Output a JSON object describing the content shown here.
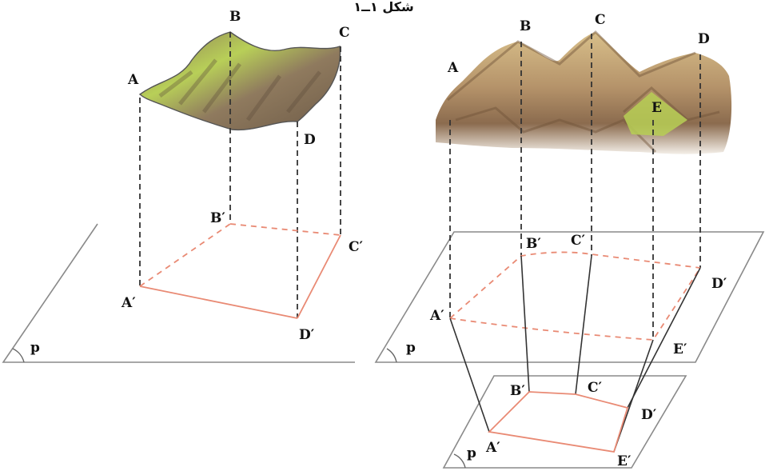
{
  "caption": "شکل ۱ــ۱",
  "left_figure": {
    "points_top": [
      "A",
      "B",
      "C",
      "D"
    ],
    "points_proj": [
      "A′",
      "B′",
      "C′",
      "D′"
    ],
    "plane_label": "p"
  },
  "right_figure": {
    "points_top": [
      "A",
      "B",
      "C",
      "D",
      "E"
    ],
    "points_mid": [
      "A′",
      "B′",
      "C′",
      "D′",
      "E′"
    ],
    "points_low": [
      "A′",
      "B′",
      "C′",
      "D′",
      "E′"
    ],
    "plane_label_mid": "p",
    "plane_label_low": "p"
  }
}
